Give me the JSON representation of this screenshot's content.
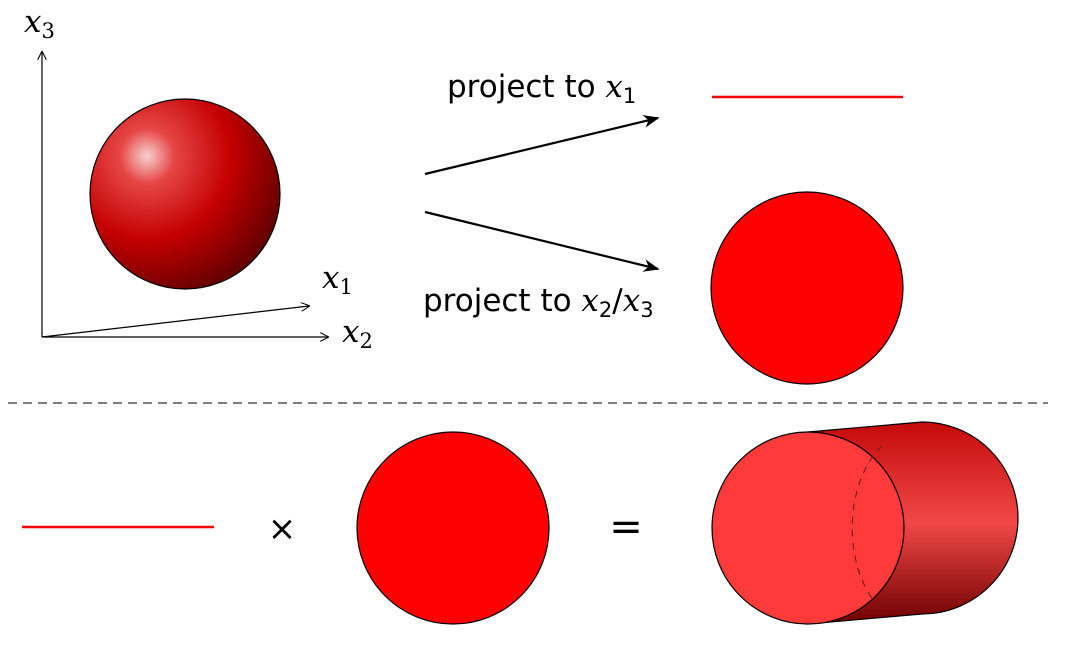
{
  "axes": {
    "x1": {
      "symbol": "x",
      "index": "1"
    },
    "x2": {
      "symbol": "x",
      "index": "2"
    },
    "x3": {
      "symbol": "x",
      "index": "3"
    }
  },
  "projections": {
    "to_x1": {
      "text": "project to ",
      "symbol": "x",
      "index": "1"
    },
    "to_x2_x3": {
      "text": "project to ",
      "symbol1": "x",
      "index1": "2",
      "slash": "/",
      "symbol2": "x",
      "index2": "3"
    }
  },
  "operators": {
    "times": "×",
    "equals": "="
  },
  "colors": {
    "red": "#ff0000",
    "sphere_highlight": "#f7c8c8",
    "sphere_dark": "#5a0000",
    "cylinder_face": "#ff3333",
    "outline": "#000000",
    "divider": "#555555"
  }
}
